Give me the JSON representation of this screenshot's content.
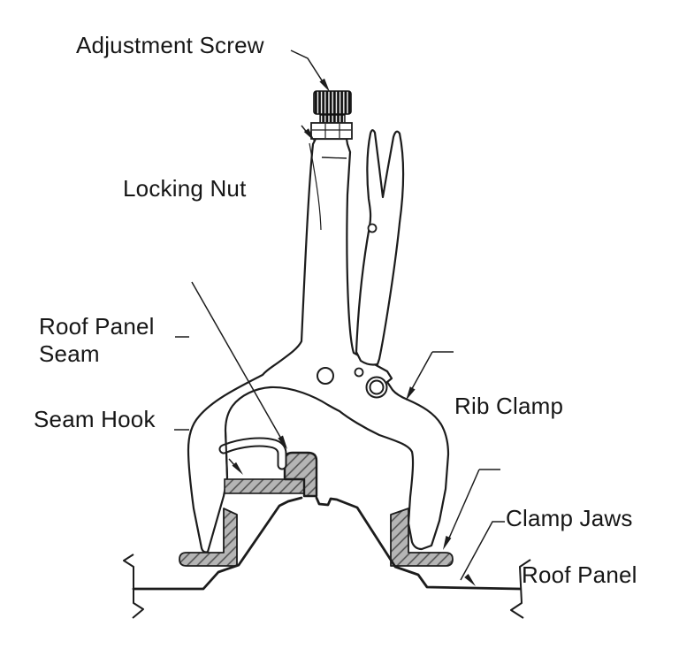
{
  "diagram": {
    "subject": "seam rib clamp on standing-seam roof panel (cross-section)",
    "labels": {
      "adjustment_screw": "Adjustment Screw",
      "locking_nut": "Locking Nut",
      "roof_panel_seam": [
        "Roof Panel",
        "Seam"
      ],
      "seam_hook": "Seam Hook",
      "rib_clamp": "Rib Clamp",
      "clamp_jaws": "Clamp Jaws",
      "roof_panel": "Roof Panel"
    },
    "colors": {
      "line": "#1c1c1c",
      "hatch_fill": "#b5b5b5",
      "hatch_line": "#4f4f4f",
      "background": "#ffffff"
    }
  }
}
